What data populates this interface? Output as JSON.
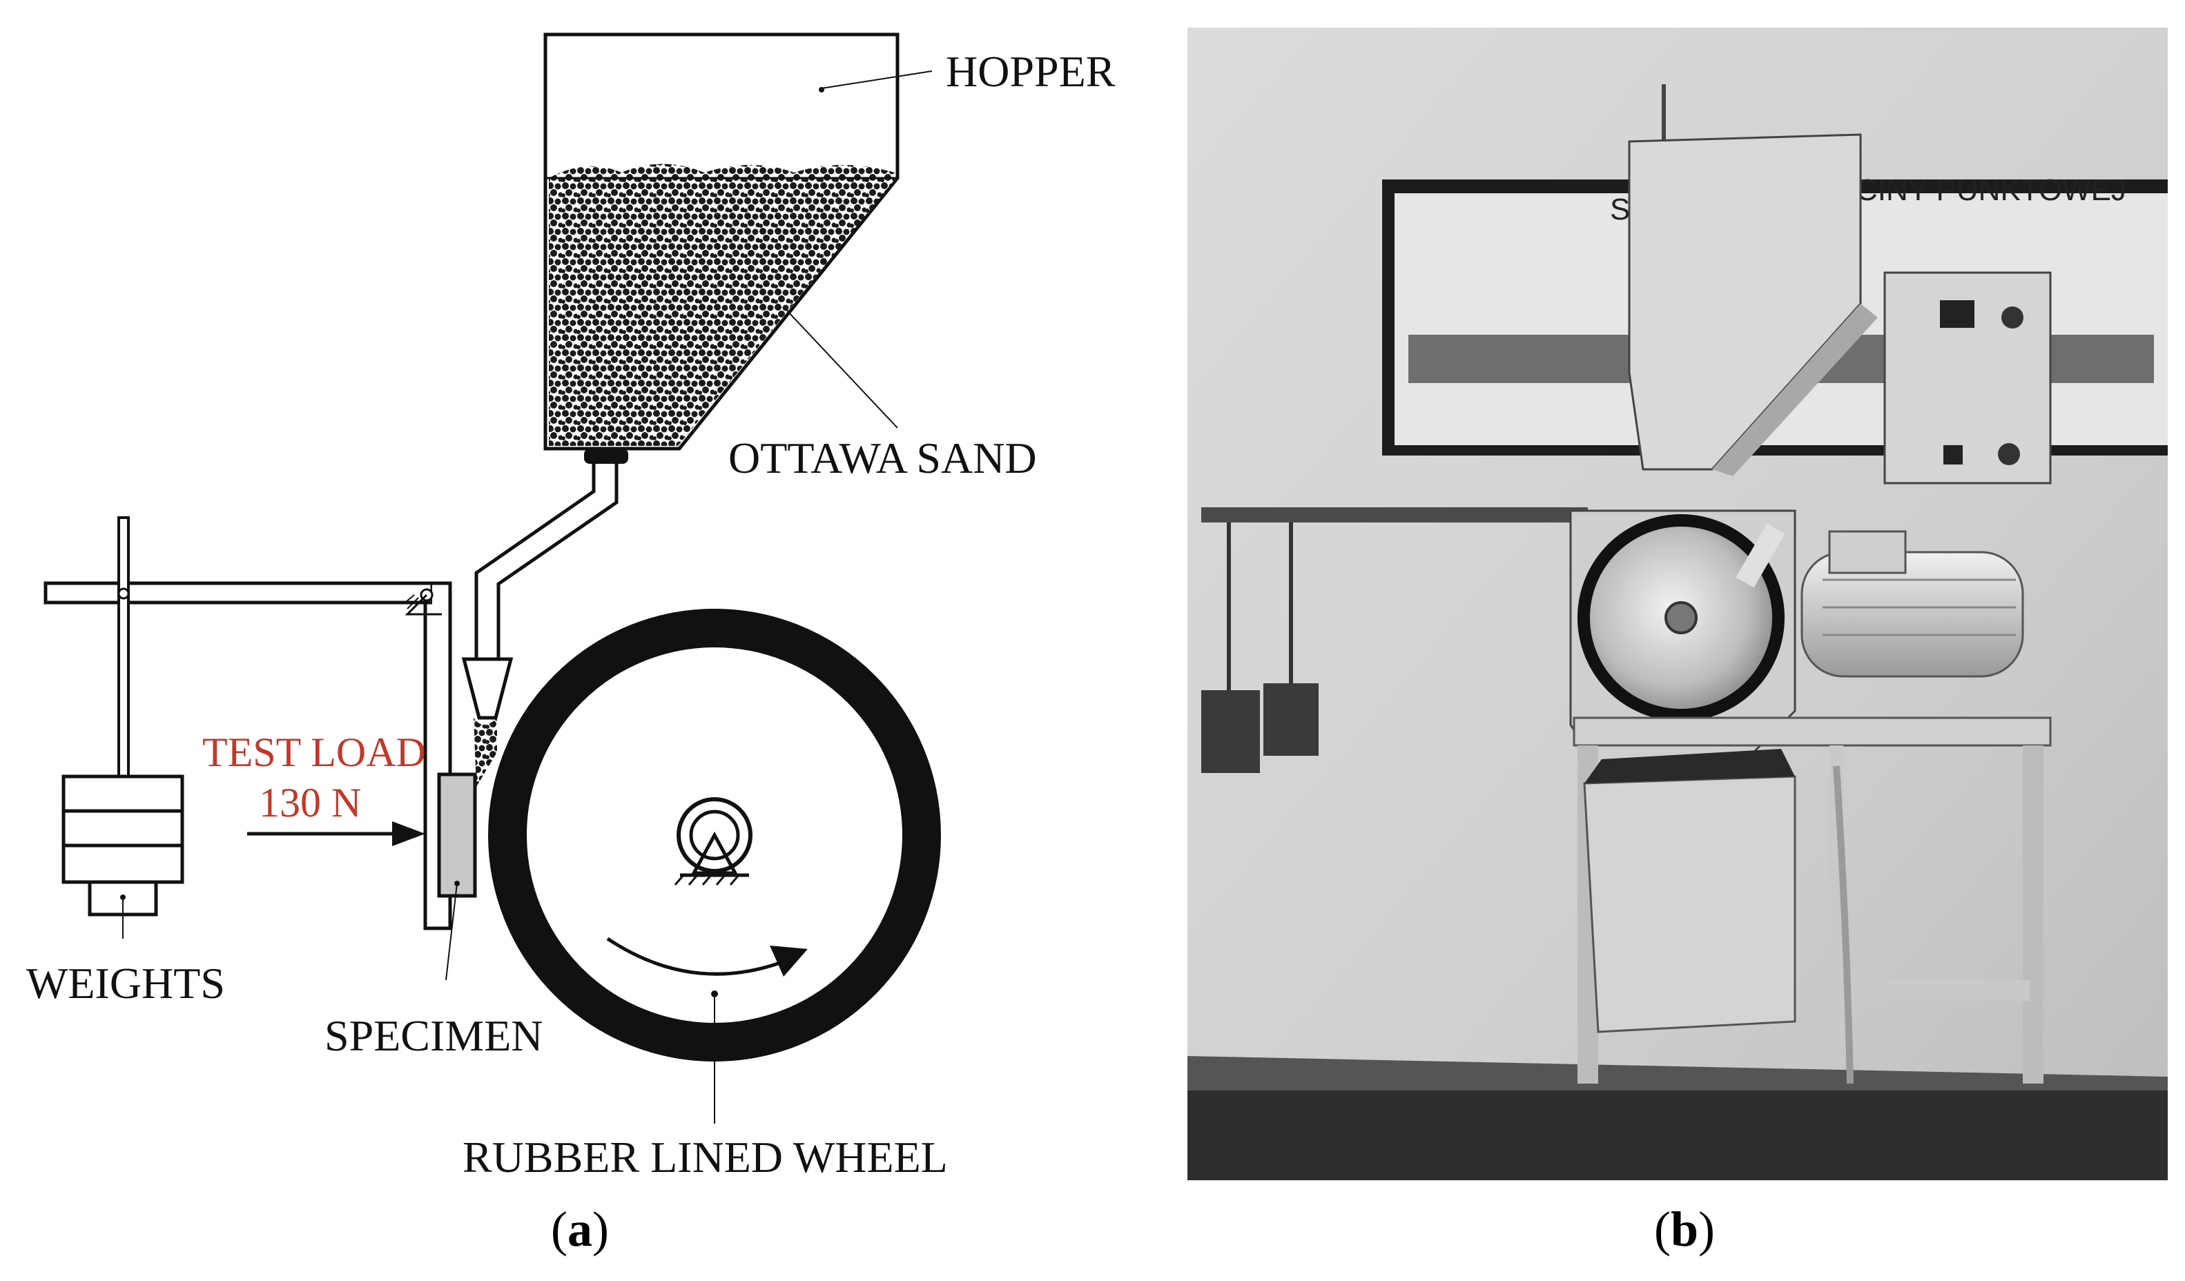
{
  "panel_a": {
    "labels": {
      "hopper": "HOPPER",
      "ottawa_sand": "OTTAWA SAND",
      "test_load_line1": "TEST LOAD",
      "test_load_line2": "130 N",
      "weights": "WEIGHTS",
      "specimen": "SPECIMEN",
      "rubber_lined_wheel": "RUBBER LINED WHEEL"
    },
    "caption_letter": "a",
    "colors": {
      "test_load": "#c0392b",
      "specimen": "#c8c8c8",
      "ink": "#111111"
    }
  },
  "panel_b": {
    "sign_text_left": "ST",
    "sign_text_right": "CINY PUNKTOWEJ",
    "caption_letter": "b"
  }
}
